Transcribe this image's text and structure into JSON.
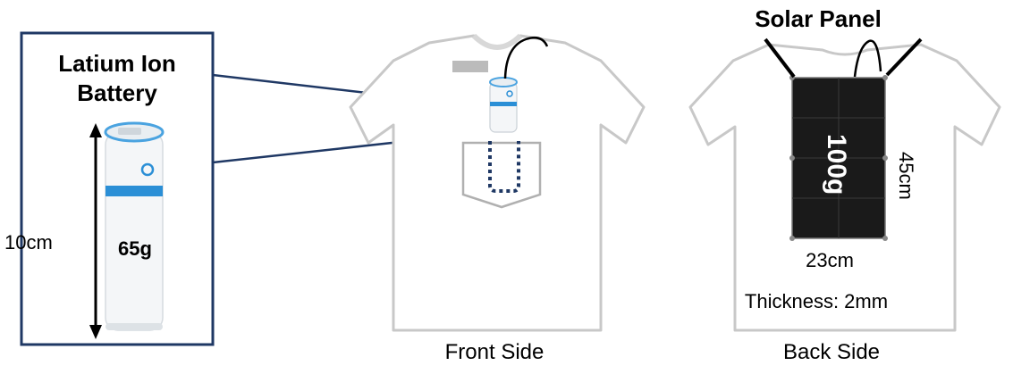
{
  "battery": {
    "title_line1": "Latium Ion",
    "title_line2": "Battery",
    "length": "10cm",
    "weight": "65g"
  },
  "front": {
    "caption": "Front Side"
  },
  "back": {
    "caption": "Back Side",
    "panel_title": "Solar Panel",
    "panel_weight": "100g",
    "panel_height": "45cm",
    "panel_width": "23cm",
    "thickness": "Thickness: 2mm"
  },
  "colors": {
    "callout_border": "#1f3864",
    "battery_accent": "#2b8fd6",
    "panel": "#1a1a1a",
    "shirt_outline": "#c8c8c8"
  }
}
